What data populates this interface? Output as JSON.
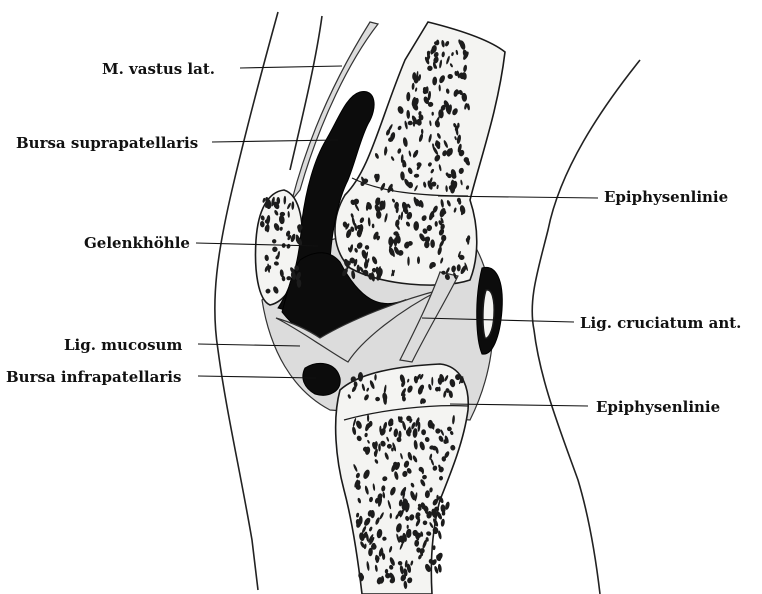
{
  "labels": {
    "vastus": "M. vastus lat.",
    "suprapatellaris": "Bursa suprapatellaris",
    "gelenkhoehle": "Gelenkhöhle",
    "epiphysenlinie_upper": "Epiphysenlinie",
    "cruciatum": "Lig. cruciatum ant.",
    "mucosum": "Lig. mucosum",
    "infrapatellaris": "Bursa infrapatellaris",
    "epiphysenlinie_lower": "Epiphysenlinie"
  }
}
